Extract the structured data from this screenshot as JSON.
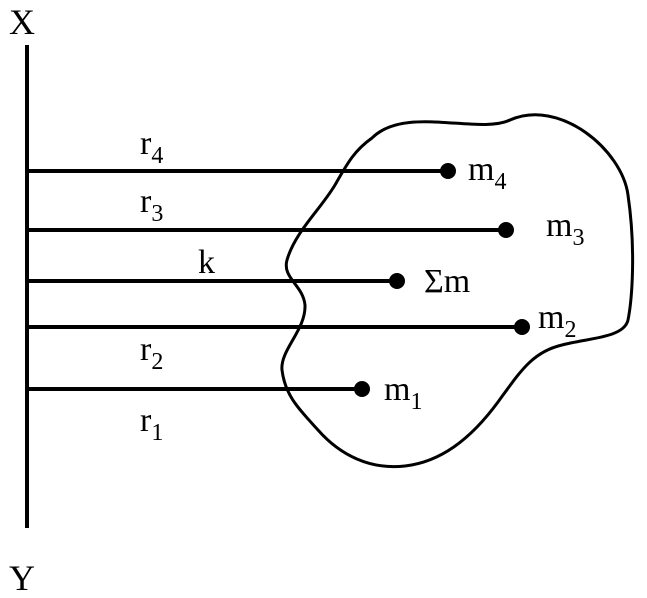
{
  "axis": {
    "top_label": "X",
    "bottom_label": "Y"
  },
  "arms": [
    {
      "id": "r4",
      "arm_label": "r",
      "arm_sub": "4",
      "mass_label": "m",
      "mass_sub": "4"
    },
    {
      "id": "r3",
      "arm_label": "r",
      "arm_sub": "3",
      "mass_label": "m",
      "mass_sub": "3"
    },
    {
      "id": "k",
      "arm_label": "k",
      "arm_sub": "",
      "mass_label": "Σm",
      "mass_sub": ""
    },
    {
      "id": "r2",
      "arm_label": "r",
      "arm_sub": "2",
      "mass_label": "m",
      "mass_sub": "2"
    },
    {
      "id": "r1",
      "arm_label": "r",
      "arm_sub": "1",
      "mass_label": "m",
      "mass_sub": "1"
    }
  ]
}
